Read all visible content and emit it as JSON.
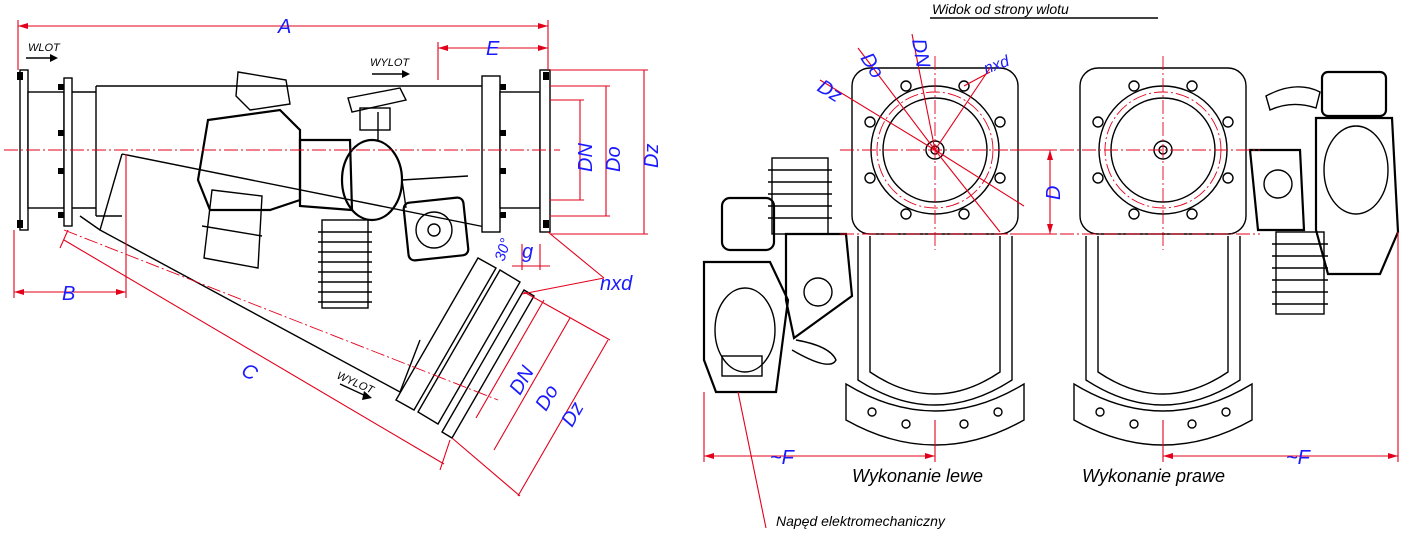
{
  "title": "Widok od strony wlotu",
  "labels": {
    "wlot": "WLOT",
    "wylot_top": "WYLOT",
    "wylot_bottom": "WYLOT",
    "dim_A": "A",
    "dim_B": "B",
    "dim_C": "C",
    "dim_E": "E",
    "dim_g": "g",
    "angle": "30°",
    "dim_DN": "DN",
    "dim_Do": "Do",
    "dim_Dz": "Dz",
    "dim_nxd": "nxd",
    "dim_D": "D",
    "dim_F": "~F"
  },
  "captions": {
    "left": "Wykonanie lewe",
    "right": "Wykonanie prawe",
    "actuator": "Napęd elektromechaniczny"
  }
}
